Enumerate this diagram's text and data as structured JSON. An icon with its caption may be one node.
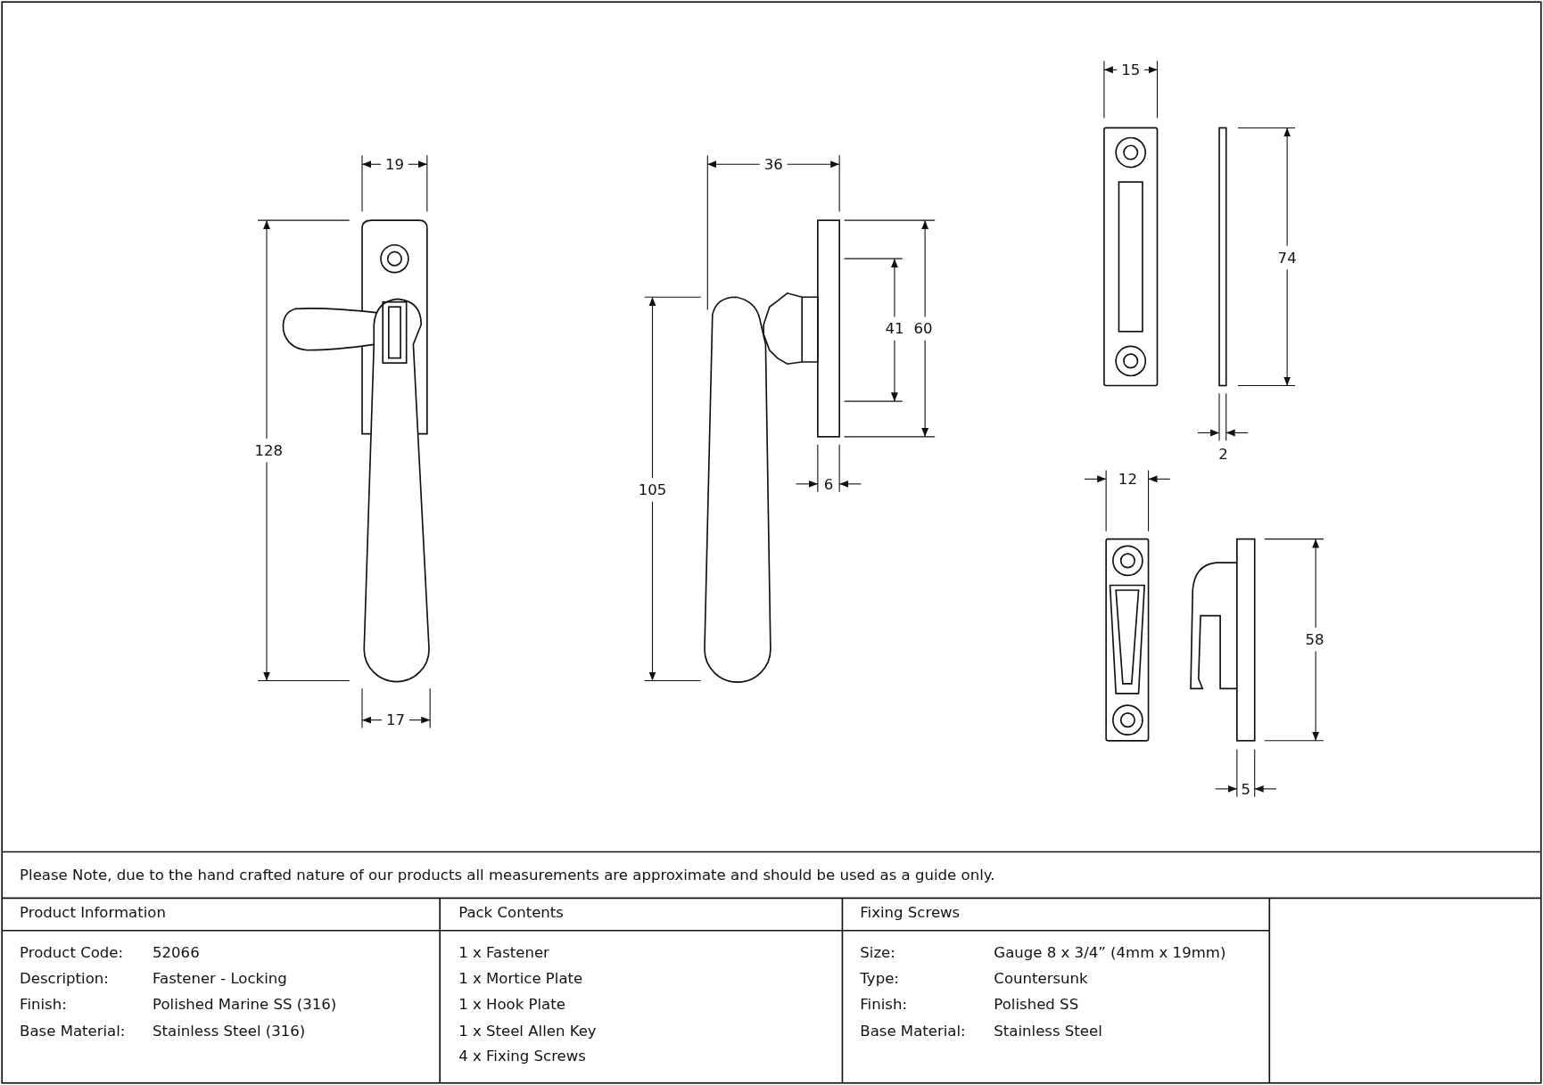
{
  "diagram": {
    "labels": [
      "15",
      "19",
      "36",
      "74",
      "41",
      "60",
      "128",
      "2",
      "12",
      "6",
      "105",
      "58",
      "17",
      "5",
      "Please Note, due to the hand crafted nature of our products all measurements are approximate and should be used as a guide only.",
      "Product Information",
      "Pack Contents",
      "Fixing Screws",
      "Product Code:",
      "52066",
      "1 x Fastener",
      "Size:",
      "Gauge 8 x 3/4” (4mm x 19mm)",
      "Description:",
      "Fastener - Locking",
      "1 x Mortice Plate",
      "Type:",
      "Countersunk",
      "Finish:",
      "Polished Marine SS (316)",
      "1 x Hook Plate",
      "Finish:",
      "Polished SS",
      "Base Material:",
      "Stainless Steel (316)",
      "1 x Steel Allen Key",
      "Base Material:",
      "Stainless Steel",
      "4 x Fixing Screws"
    ]
  }
}
